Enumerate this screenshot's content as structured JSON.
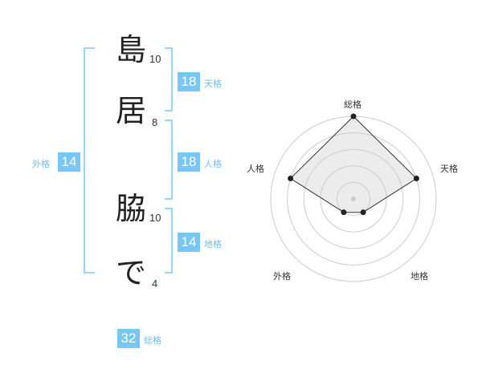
{
  "name_chars": [
    {
      "char": "島",
      "strokes": "10"
    },
    {
      "char": "居",
      "strokes": "8"
    },
    {
      "char": "脇",
      "strokes": "10"
    },
    {
      "char": "で",
      "strokes": "4"
    }
  ],
  "fortune": {
    "tenkaku": {
      "value": "18",
      "label": "天格"
    },
    "jinkaku": {
      "value": "18",
      "label": "人格"
    },
    "chikaku": {
      "value": "14",
      "label": "地格"
    },
    "gaikaku": {
      "value": "14",
      "label": "外格"
    },
    "soukaku": {
      "value": "32",
      "label": "総格"
    }
  },
  "colors": {
    "accent": "#76c7f5",
    "accent_text": "#6ec0ef",
    "bracket": "#76c7f5"
  },
  "chart_data": {
    "type": "radar",
    "axes": [
      "総格",
      "天格",
      "地格",
      "外格",
      "人格"
    ],
    "values": [
      5,
      4,
      1,
      1,
      4
    ],
    "rmax": 5,
    "rings": 5,
    "grid": true
  }
}
